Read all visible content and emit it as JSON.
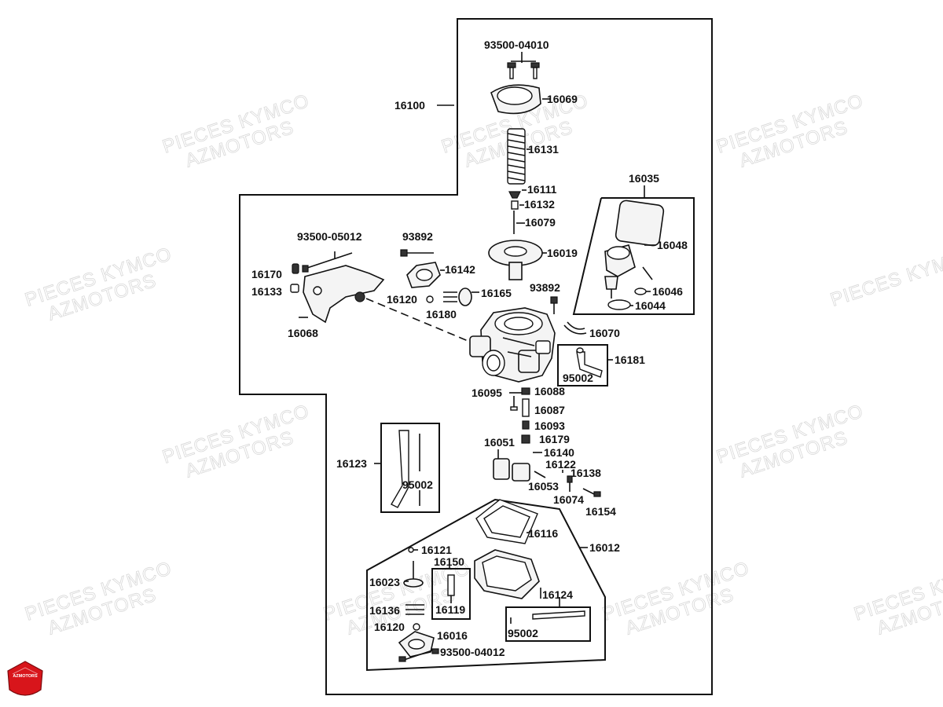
{
  "labels": {
    "p93500_04010": "93500-04010",
    "p16100": "16100",
    "p16069": "16069",
    "p16131": "16131",
    "p16111": "16111",
    "p16132": "16132",
    "p16079": "16079",
    "p16035": "16035",
    "p16048": "16048",
    "p16019": "16019",
    "p93500_05012": "93500-05012",
    "p93892a": "93892",
    "p16142": "16142",
    "p16170": "16170",
    "p16133": "16133",
    "p16120a": "16120",
    "p16165": "16165",
    "p16180": "16180",
    "p93892b": "93892",
    "p16046": "16046",
    "p16044": "16044",
    "p16068": "16068",
    "p16070": "16070",
    "p16181": "16181",
    "p95002a": "95002",
    "p16095": "16095",
    "p16088": "16088",
    "p16087": "16087",
    "p16093": "16093",
    "p16051": "16051",
    "p16179": "16179",
    "p16140": "16140",
    "p16123": "16123",
    "p95002b": "95002",
    "p16122": "16122",
    "p16138": "16138",
    "p16053": "16053",
    "p16074": "16074",
    "p16154": "16154",
    "p16116": "16116",
    "p16012": "16012",
    "p16121": "16121",
    "p16150": "16150",
    "p16023": "16023",
    "p16119": "16119",
    "p16124": "16124",
    "p16136": "16136",
    "p16120b": "16120",
    "p16016": "16016",
    "p95002c": "95002",
    "p93500_04012": "93500-04012"
  },
  "watermark": {
    "line1": "PIECES KYMCO",
    "line2": "AZMOTORS"
  },
  "logo": {
    "text": "AZMOTORS",
    "color": "#d8151b"
  },
  "colors": {
    "line": "#111111",
    "watermark": "#d8d8d8",
    "background": "#ffffff"
  }
}
